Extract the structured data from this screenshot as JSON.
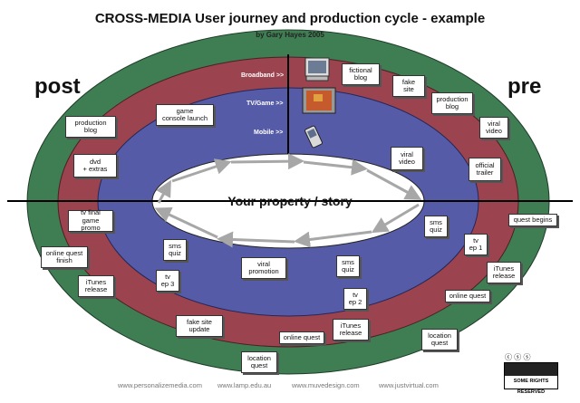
{
  "title": "CROSS-MEDIA User journey and production cycle - example",
  "subtitle": "by Gary Hayes 2005",
  "left_word": "post",
  "right_word": "pre",
  "center": "Your property / story",
  "ring_labels": {
    "broadband": "Broadband >>",
    "tvgame": "TV/Game >>",
    "mobile": "Mobile >>"
  },
  "boxes": [
    {
      "id": "fictional-blog",
      "text": "fictional\nblog"
    },
    {
      "id": "fake-site",
      "text": "fake\nsite"
    },
    {
      "id": "production-blog-right",
      "text": "production\nblog"
    },
    {
      "id": "viral-video-right",
      "text": "viral\nvideo"
    },
    {
      "id": "production-blog-left",
      "text": "production\nblog"
    },
    {
      "id": "game-console-launch",
      "text": "game\nconsole launch"
    },
    {
      "id": "viral-video-inner",
      "text": "viral\nvideo"
    },
    {
      "id": "official-trailer",
      "text": "official\ntrailer"
    },
    {
      "id": "dvd-extras",
      "text": "dvd\n+ extras"
    },
    {
      "id": "tv-final-game-promo",
      "text": "tv final\ngame promo"
    },
    {
      "id": "sms-quiz-right",
      "text": "sms\nquiz"
    },
    {
      "id": "quest-begins",
      "text": "quest begins"
    },
    {
      "id": "tv-ep-1",
      "text": "tv\nep 1"
    },
    {
      "id": "online-quest-finish",
      "text": "online quest\nfinish"
    },
    {
      "id": "sms-quiz-left",
      "text": "sms\nquiz"
    },
    {
      "id": "itunes-release-right",
      "text": "iTunes\nrelease"
    },
    {
      "id": "viral-promotion",
      "text": "viral\npromotion"
    },
    {
      "id": "sms-quiz-bottom",
      "text": "sms\nquiz"
    },
    {
      "id": "itunes-release-left",
      "text": "iTunes\nrelease"
    },
    {
      "id": "tv-ep-3",
      "text": "tv\nep 3"
    },
    {
      "id": "online-quest-right",
      "text": "online quest"
    },
    {
      "id": "tv-ep-2",
      "text": "tv\nep 2"
    },
    {
      "id": "fake-site-update",
      "text": "fake site\nupdate"
    },
    {
      "id": "online-quest-bottom",
      "text": "online quest"
    },
    {
      "id": "itunes-release-bottom",
      "text": "iTunes\nrelease"
    },
    {
      "id": "location-quest-right",
      "text": "location\nquest"
    },
    {
      "id": "location-quest-bottom",
      "text": "location\nquest"
    }
  ],
  "footer": [
    "www.personalizemedia.com",
    "www.lamp.edu.au",
    "www.muvedesign.com",
    "www.justvirtual.com"
  ],
  "cc_label": "SOME RIGHTS RESERVED",
  "colors": {
    "outer_ring": "#3f7d52",
    "middle_ring": "#9b434e",
    "inner_ring": "#565ba8",
    "center": "#ffffff",
    "arrow": "#a7a7a7"
  }
}
